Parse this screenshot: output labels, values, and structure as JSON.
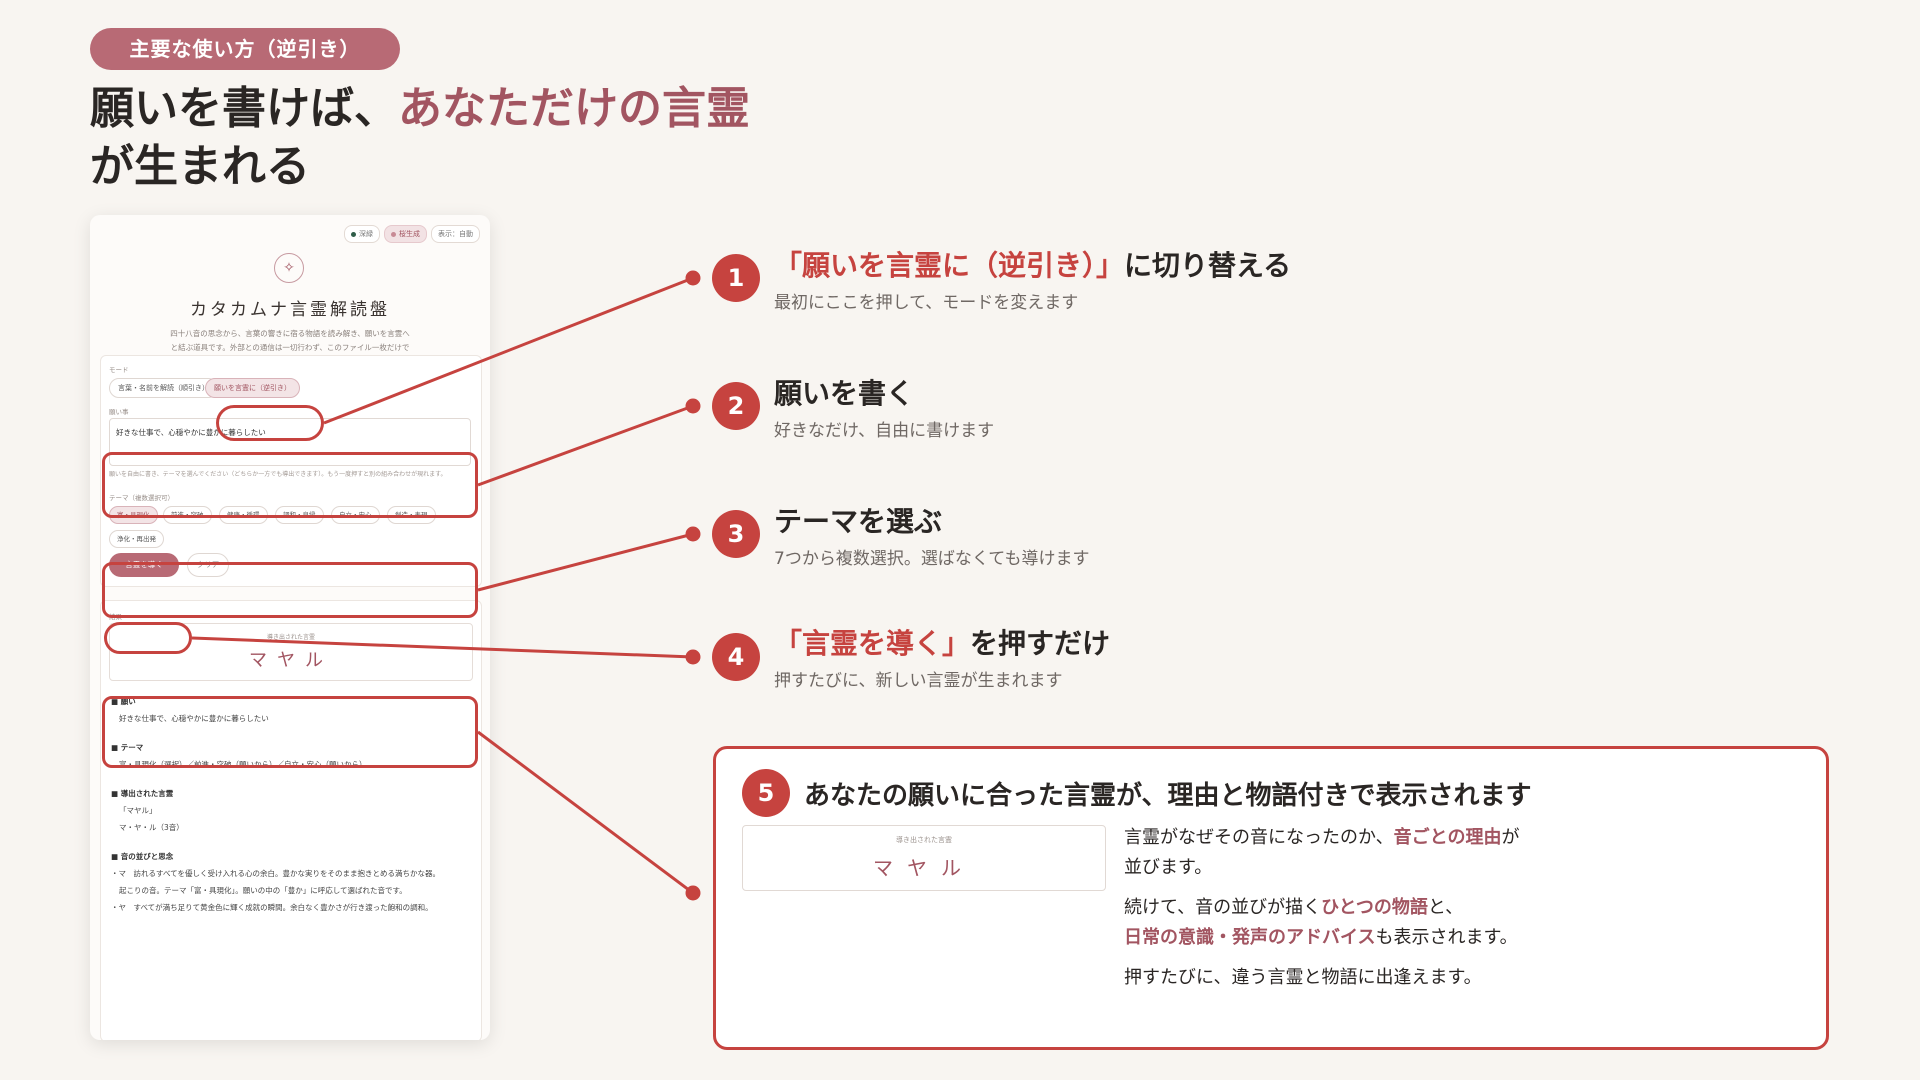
{
  "header": {
    "pill": "主要な使い方（逆引き）",
    "headline_part1": "願いを書けば、",
    "headline_accent": "あなただけの言霊",
    "headline_part2": "が生まれる"
  },
  "mock": {
    "status": {
      "theme_label": "深緑",
      "mode_label": "桜生成",
      "display_label": "表示：自動"
    },
    "logo_icon": "compass-star-icon",
    "title": "カタカムナ言霊解読盤",
    "description": "四十八音の思念から、言葉の響きに宿る物語を読み解き、願いを言霊へと結ぶ道具です。外部との通信は一切行わず、このファイル一枚だけでオフラインでも動作します。",
    "mode_label": "モード",
    "mode_options": [
      "言葉・名前を解読（順引き）",
      "願いを言霊に（逆引き）"
    ],
    "wish_label": "願い事",
    "wish_value": "好きな仕事で、心穏やかに豊かに暮らしたい",
    "wish_hint": "願いを自由に書き、テーマを選んでください（どちらか一方でも導出できます）。もう一度押すと別の組み合わせが現れます。",
    "theme_label": "テーマ（複数選択可）",
    "themes": [
      "富・具現化",
      "前進・突破",
      "健康・循環",
      "調和・良縁",
      "自立・安心",
      "創造・表現",
      "浄化・再出発"
    ],
    "submit": "言霊を導く",
    "clear": "クリア",
    "result_label": "結果",
    "result_caption": "導き出された言霊",
    "result_word": "マヤル",
    "body": {
      "h_wish": "■ 願い",
      "wish": "好きな仕事で、心穏やかに豊かに暮らしたい",
      "h_theme": "■ テーマ",
      "theme": "富・具現化（選択）／前進・突破（願いから）／自立・安心（願いから）",
      "h_word": "■ 導出された言霊",
      "word_quote": "「マヤル」",
      "word_parts": "マ・ヤ・ル（3音）",
      "h_sound": "■ 音の並びと思念",
      "sound1": "・マ　訪れるすべてを優しく受け入れる心の余白。豊かな実りをそのまま抱きとめる満ちかな器。",
      "sound2": "起こりの音。テーマ「富・具現化」。願いの中の「豊か」に呼応して選ばれた音です。",
      "sound3": "・ヤ　すべてが満ち足りて黄金色に輝く成就の瞬間。余白なく豊かさが行き渡った飽和の調和。"
    }
  },
  "steps": [
    {
      "num": "1",
      "title_accent": "「願いを言霊に（逆引き）」",
      "title_rest": "に切り替える",
      "sub": "最初にここを押して、モードを変えます"
    },
    {
      "num": "2",
      "title_accent": "",
      "title_rest": "願いを書く",
      "sub": "好きなだけ、自由に書けます"
    },
    {
      "num": "3",
      "title_accent": "",
      "title_rest": "テーマを選ぶ",
      "sub": "7つから複数選択。選ばなくても導けます"
    },
    {
      "num": "4",
      "title_accent": "「言霊を導く」",
      "title_rest": "を押すだけ",
      "sub": "押すたびに、新しい言霊が生まれます"
    }
  ],
  "step5": {
    "num": "5",
    "title": "あなたの願いに合った言霊が、理由と物語付きで表示されます",
    "preview_caption": "導き出された言霊",
    "preview_word": "マヤル",
    "p1_a": "言霊がなぜその音になったのか、",
    "p1_acc": "音ごとの理由",
    "p1_b": "が",
    "p1_c": "並びます。",
    "p2_a": "続けて、音の並びが描く",
    "p2_acc": "ひとつの物語",
    "p2_b": "と、",
    "p2_acc2": "日常の意識・発声のアドバイス",
    "p2_c": "も表示されます。",
    "p3": "押すたびに、違う言霊と物語に出逢えます。"
  },
  "colors": {
    "accent": "#a25561",
    "annotation_red": "#c6433f",
    "pill_bg": "#b86a75",
    "background": "#f8f5f1"
  }
}
